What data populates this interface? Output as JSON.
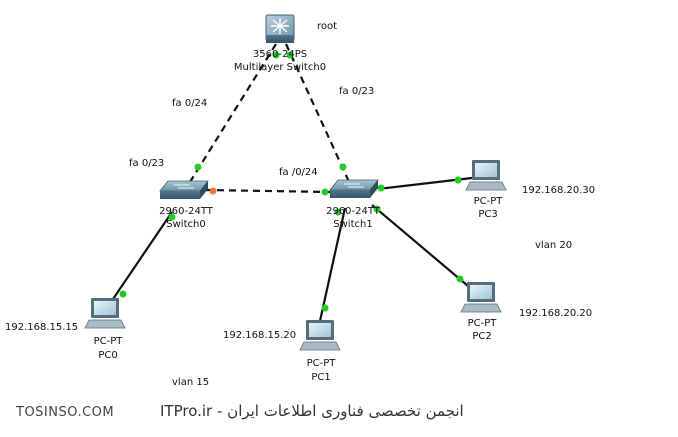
{
  "devices": {
    "ml_switch": {
      "model": "3560-24PS",
      "name": "Multilayer Switch0",
      "role": "root"
    },
    "switch0": {
      "model": "2960-24TT",
      "name": "Switch0"
    },
    "switch1": {
      "model": "2960-24TT",
      "name": "Switch1"
    },
    "pc0": {
      "model": "PC-PT",
      "name": "PC0",
      "ip": "192.168.15.15"
    },
    "pc1": {
      "model": "PC-PT",
      "name": "PC1",
      "ip": "192.168.15.20"
    },
    "pc2": {
      "model": "PC-PT",
      "name": "PC2",
      "ip": "192.168.20.20"
    },
    "pc3": {
      "model": "PC-PT",
      "name": "PC3",
      "ip": "192.168.20.30"
    }
  },
  "links": {
    "ml_to_switch0": "fa 0/24",
    "switch0_to_ml": "fa 0/23",
    "ml_to_switch1": "fa 0/23",
    "switch1_to_switch0": "fa /0/24"
  },
  "vlans": {
    "left": "vlan 15",
    "right": "vlan 20"
  },
  "colors": {
    "link_up": "#22cc22",
    "link_blocked": "#ee7733",
    "line": "#111111"
  },
  "watermark": {
    "left": "TOSINSO.COM",
    "right": "ITPro.ir - انجمن تخصصی فناوری اطلاعات ایران"
  }
}
